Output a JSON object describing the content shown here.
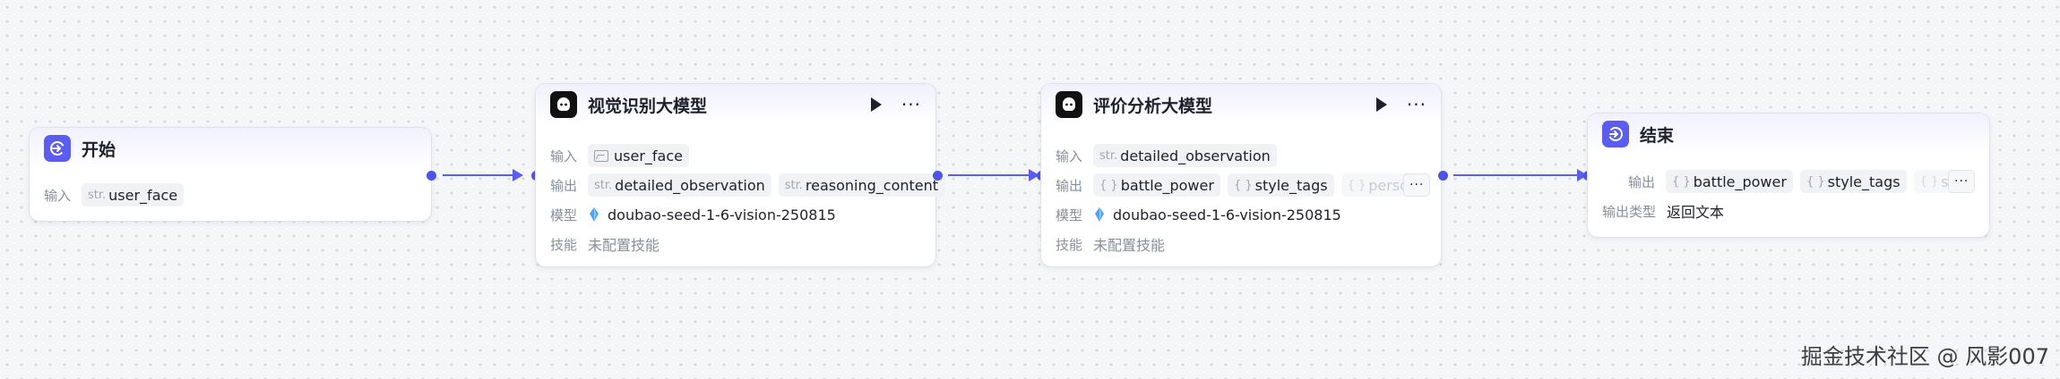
{
  "nodes": {
    "start": {
      "title": "开始",
      "input_label": "输入",
      "input_prefix": "str.",
      "input_value": "user_face"
    },
    "vision": {
      "title": "视觉识别大模型",
      "input_label": "输入",
      "input_value": "user_face",
      "output_label": "输出",
      "outputs": [
        {
          "prefix": "str.",
          "name": "detailed_observation"
        },
        {
          "prefix": "str.",
          "name": "reasoning_content"
        }
      ],
      "model_label": "模型",
      "model_value": "doubao-seed-1-6-vision-250815",
      "skill_label": "技能",
      "skill_value": "未配置技能"
    },
    "analysis": {
      "title": "评价分析大模型",
      "input_label": "输入",
      "input_prefix": "str.",
      "input_value": "detailed_observation",
      "output_label": "输出",
      "outputs": [
        {
          "prefix": "{ }",
          "name": "battle_power"
        },
        {
          "prefix": "{ }",
          "name": "style_tags"
        },
        {
          "prefix": "{ }",
          "name": "person"
        }
      ],
      "more": "···",
      "model_label": "模型",
      "model_value": "doubao-seed-1-6-vision-250815",
      "skill_label": "技能",
      "skill_value": "未配置技能"
    },
    "end": {
      "title": "结束",
      "output_label": "输出",
      "outputs": [
        {
          "prefix": "{ }",
          "name": "battle_power"
        },
        {
          "prefix": "{ }",
          "name": "style_tags"
        },
        {
          "prefix": "{ }",
          "name": "sh"
        }
      ],
      "more": "···",
      "output_type_label": "输出类型",
      "output_type_value": "返回文本"
    }
  },
  "watermark": "掘金技术社区 @ 风影007",
  "icons": {
    "start": "login-arrow-icon",
    "llm": "bot-icon",
    "end": "exit-icon",
    "model": "diamond-icon"
  },
  "colors": {
    "accent": "#5b5cf0",
    "port": "#4e53e8",
    "model_icon": "#4fa3f7"
  }
}
